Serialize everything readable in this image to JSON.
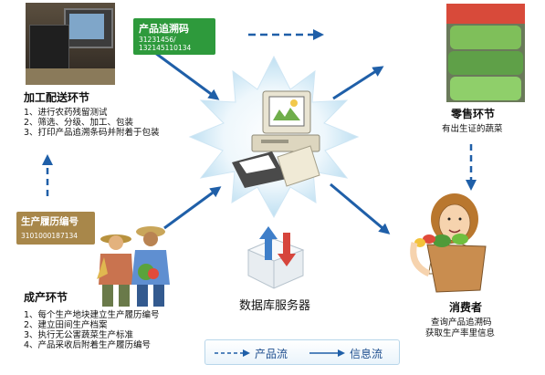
{
  "processing": {
    "title": "加工配送环节",
    "steps": [
      "1、进行农药残留测试",
      "2、筛选、分级、加工、包装",
      "3、打印产品追溯条码并附着于包装"
    ]
  },
  "trace_code_tag": {
    "title": "产品追溯码",
    "codes": [
      "31231456/",
      "132145110134"
    ],
    "color": "#2e9a3c"
  },
  "retail": {
    "title": "零售环节",
    "caption": "有出生证的蔬菜"
  },
  "production_tag": {
    "title": "生产履历编号",
    "code": "3101000187134",
    "color": "#a8874a"
  },
  "production": {
    "title": "成产环节",
    "steps": [
      "1、每个生产地块建立生产履历编号",
      "2、建立田间生产档案",
      "3、执行无公害蔬菜生产标准",
      "4、产品采收后附着生产履历编号"
    ]
  },
  "server": {
    "label": "数据库服务器"
  },
  "consumer": {
    "title": "消费者",
    "caption_lines": [
      "查询产品追溯码",
      "获取生产率里信息"
    ]
  },
  "legend": {
    "product_flow": "产品流",
    "info_flow": "信息流"
  },
  "colors": {
    "arrow": "#1f5fa8",
    "tag_green": "#2e9a3c",
    "tag_tan": "#a8874a"
  }
}
